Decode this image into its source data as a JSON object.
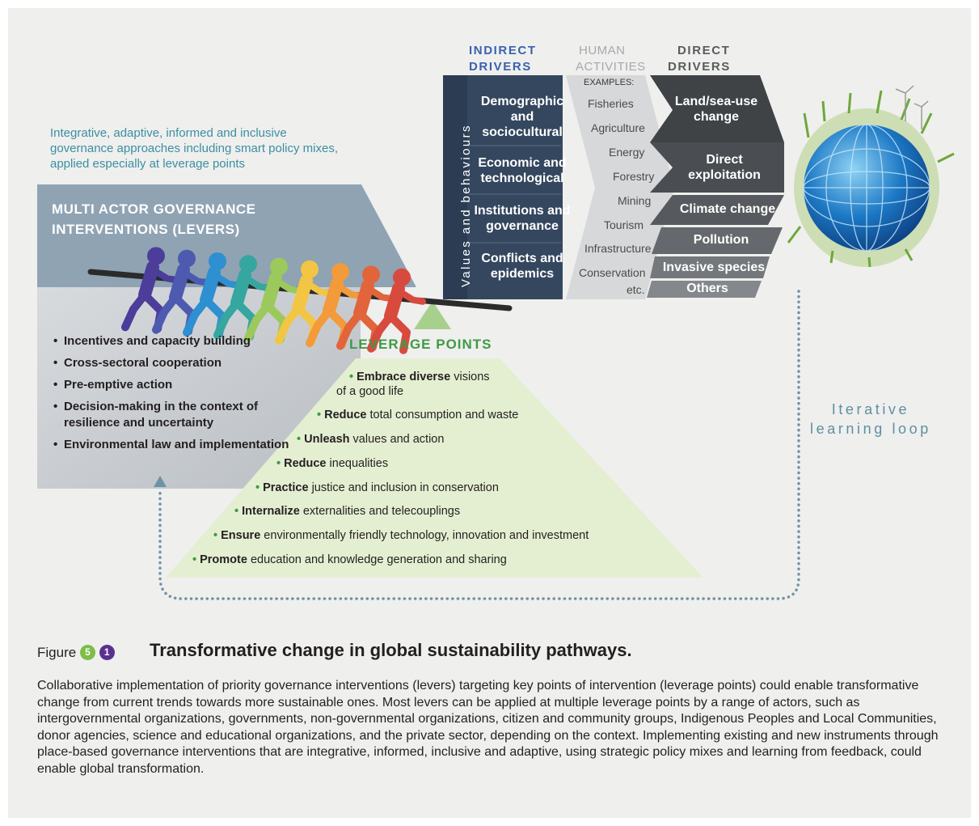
{
  "governance_note": "Integrative, adaptive, informed and inclusive governance approaches including smart policy mixes, applied especially at leverage points",
  "levers": {
    "title": "MULTI ACTOR GOVERNANCE INTERVENTIONS (LEVERS)",
    "items": [
      "Incentives and capacity building",
      "Cross-sectoral cooperation",
      "Pre-emptive action",
      "Decision-making in the context of resilience and uncertainty",
      "Environmental law and implementation"
    ]
  },
  "leverage_points": {
    "title": "LEVERAGE POINTS",
    "items": [
      {
        "bold": "Embrace diverse",
        "rest": " visions",
        "line2": "of a good life"
      },
      {
        "bold": "Reduce",
        "rest": " total consumption and waste",
        "line2": ""
      },
      {
        "bold": "Unleash",
        "rest": " values and action",
        "line2": ""
      },
      {
        "bold": "Reduce",
        "rest": " inequalities",
        "line2": ""
      },
      {
        "bold": "Practice",
        "rest": " justice and inclusion in conservation",
        "line2": ""
      },
      {
        "bold": "Internalize",
        "rest": " externalities and telecouplings",
        "line2": ""
      },
      {
        "bold": "Ensure",
        "rest": " environmentally friendly technology, innovation and investment",
        "line2": ""
      },
      {
        "bold": "Promote",
        "rest": " education and knowledge generation and sharing",
        "line2": ""
      }
    ]
  },
  "indirect_drivers": {
    "header_line1": "INDIRECT",
    "header_line2": "DRIVERS",
    "values_label": "Values and behaviours",
    "items": [
      {
        "line1": "Demographic",
        "line2": "and",
        "line3": "sociocultural"
      },
      {
        "line1": "Economic and",
        "line2": "technological",
        "line3": ""
      },
      {
        "line1": "Institutions and",
        "line2": "governance",
        "line3": ""
      },
      {
        "line1": "Conflicts and",
        "line2": "epidemics",
        "line3": ""
      }
    ]
  },
  "human_activities": {
    "header_line1": "HUMAN",
    "header_line2": "ACTIVITIES",
    "examples_label": "EXAMPLES:",
    "items": [
      "Fisheries",
      "Agriculture",
      "Energy",
      "Forestry",
      "Mining",
      "Tourism",
      "Infrastructure",
      "Conservation",
      "etc."
    ]
  },
  "direct_drivers": {
    "header_line1": "DIRECT",
    "header_line2": "DRIVERS",
    "items": [
      {
        "line1": "Land/sea-use",
        "line2": "change"
      },
      {
        "line1": "Direct",
        "line2": "exploitation"
      },
      {
        "line1": "Climate change",
        "line2": ""
      },
      {
        "line1": "Pollution",
        "line2": ""
      },
      {
        "line1": "Invasive species",
        "line2": ""
      },
      {
        "line1": "Others",
        "line2": ""
      }
    ]
  },
  "loop": {
    "line1": "Iterative",
    "line2": "learning loop"
  },
  "figure": {
    "label": "Figure",
    "badge1": "5",
    "badge2": "1",
    "title": "Transformative change in global sustainability pathways.",
    "caption": "Collaborative implementation of priority governance interventions (levers) targeting key points of intervention (leverage points) could enable transformative change from current trends towards more sustainable ones. Most levers can be applied at multiple leverage points by a range of actors, such as intergovernmental organizations, governments, non-governmental organizations, citizen and community groups, Indigenous Peoples and Local Communities, donor agencies, science and educational organizations, and the private sector, depending on the context. Implementing existing and new instruments through place-based governance interventions that are integrative, informed, inclusive and adaptive, using strategic policy mixes and learning from feedback, could enable global transformation."
  },
  "colors": {
    "panel_bg": "#efefee",
    "levers_header": "#8fa3b3",
    "indirect": "#34475f",
    "human": "#d7d8d9",
    "direct": "#3f4346",
    "leverage_green": "#3f9a45",
    "pyramid_fill": "#e4efd1",
    "loop": "#6f93a6",
    "badge_green": "#7dbd48",
    "badge_purple": "#5b2f8f"
  },
  "people_colors": [
    "#4c3d9b",
    "#4d5ab0",
    "#2e8fd1",
    "#35a6a0",
    "#9bc95b",
    "#f2c644",
    "#f39a3a",
    "#e2643a",
    "#d94a3e"
  ]
}
